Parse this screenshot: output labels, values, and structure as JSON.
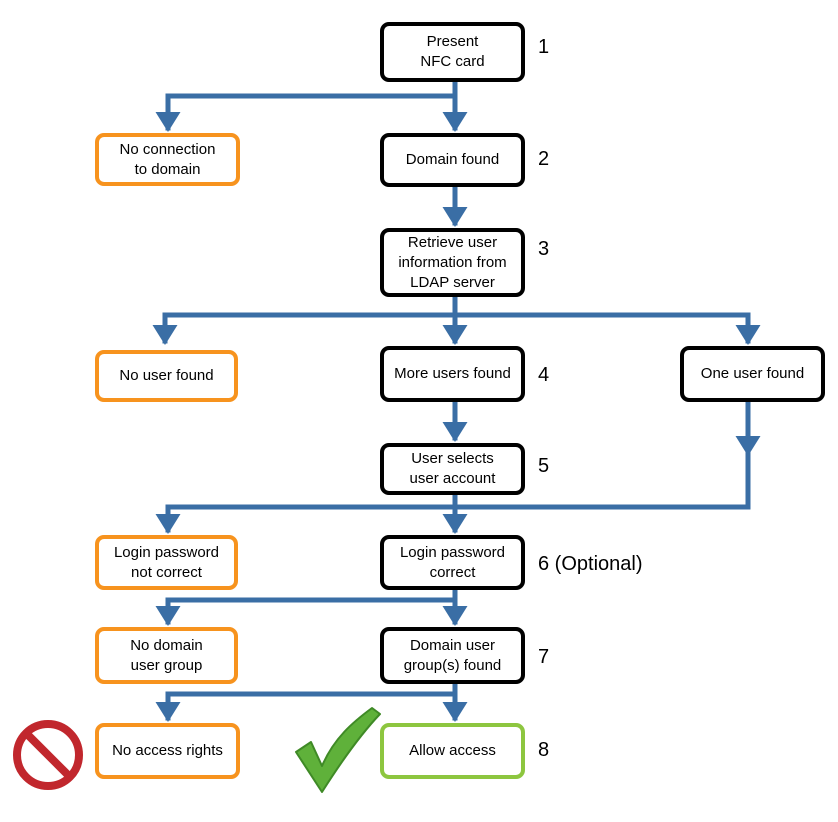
{
  "colors": {
    "connector": "#3a6ea5",
    "main_border": "#000000",
    "fail_border": "#f7931e",
    "success_border": "#8dc63f",
    "deny_icon": "#c1272d",
    "check_icon": "#5fb13a"
  },
  "nodes": {
    "present_card": "Present\nNFC card",
    "no_connection": "No connection\nto domain",
    "domain_found": "Domain found",
    "retrieve_user": "Retrieve user\ninformation from\nLDAP server",
    "no_user": "No user found",
    "more_users": "More users found",
    "one_user": "One user found",
    "user_selects": "User selects\nuser account",
    "pwd_incorrect": "Login password\nnot correct",
    "pwd_correct": "Login password\ncorrect",
    "no_group": "No domain\nuser group",
    "group_found": "Domain user\ngroup(s) found",
    "no_access": "No access rights",
    "allow_access": "Allow  access"
  },
  "steps": {
    "s1": "1",
    "s2": "2",
    "s3": "3",
    "s4": "4",
    "s5": "5",
    "s6": "6 (Optional)",
    "s7": "7",
    "s8": "8"
  },
  "icons": {
    "deny": "no-entry-icon",
    "allow": "checkmark-icon"
  }
}
